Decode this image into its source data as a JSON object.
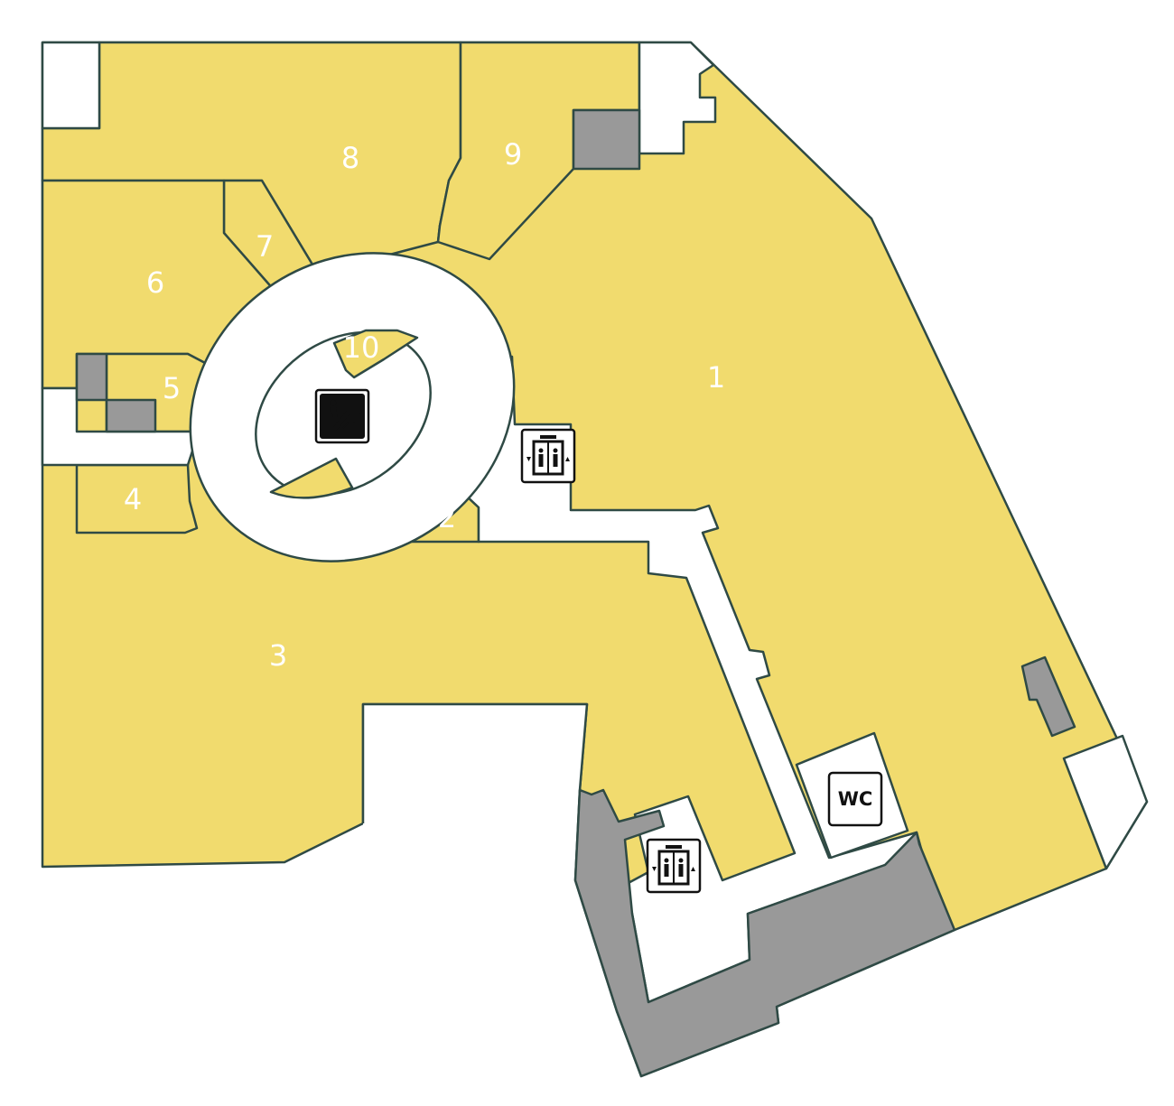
{
  "map": {
    "units": [
      {
        "id": "1",
        "label": "1"
      },
      {
        "id": "2",
        "label": "2"
      },
      {
        "id": "3",
        "label": "3"
      },
      {
        "id": "4",
        "label": "4"
      },
      {
        "id": "5",
        "label": "5"
      },
      {
        "id": "6",
        "label": "6"
      },
      {
        "id": "7",
        "label": "7"
      },
      {
        "id": "8",
        "label": "8"
      },
      {
        "id": "9",
        "label": "9"
      },
      {
        "id": "10",
        "label": "10"
      }
    ],
    "facilities": {
      "wc_label": "WC",
      "escalator_icon": "escalator-icon",
      "elevator_icon": "elevator-icon"
    },
    "colors": {
      "store": "#f1db6e",
      "corridor": "#ffffff",
      "service": "#999999",
      "outline": "#2f4a45",
      "label": "#ffffff"
    }
  }
}
